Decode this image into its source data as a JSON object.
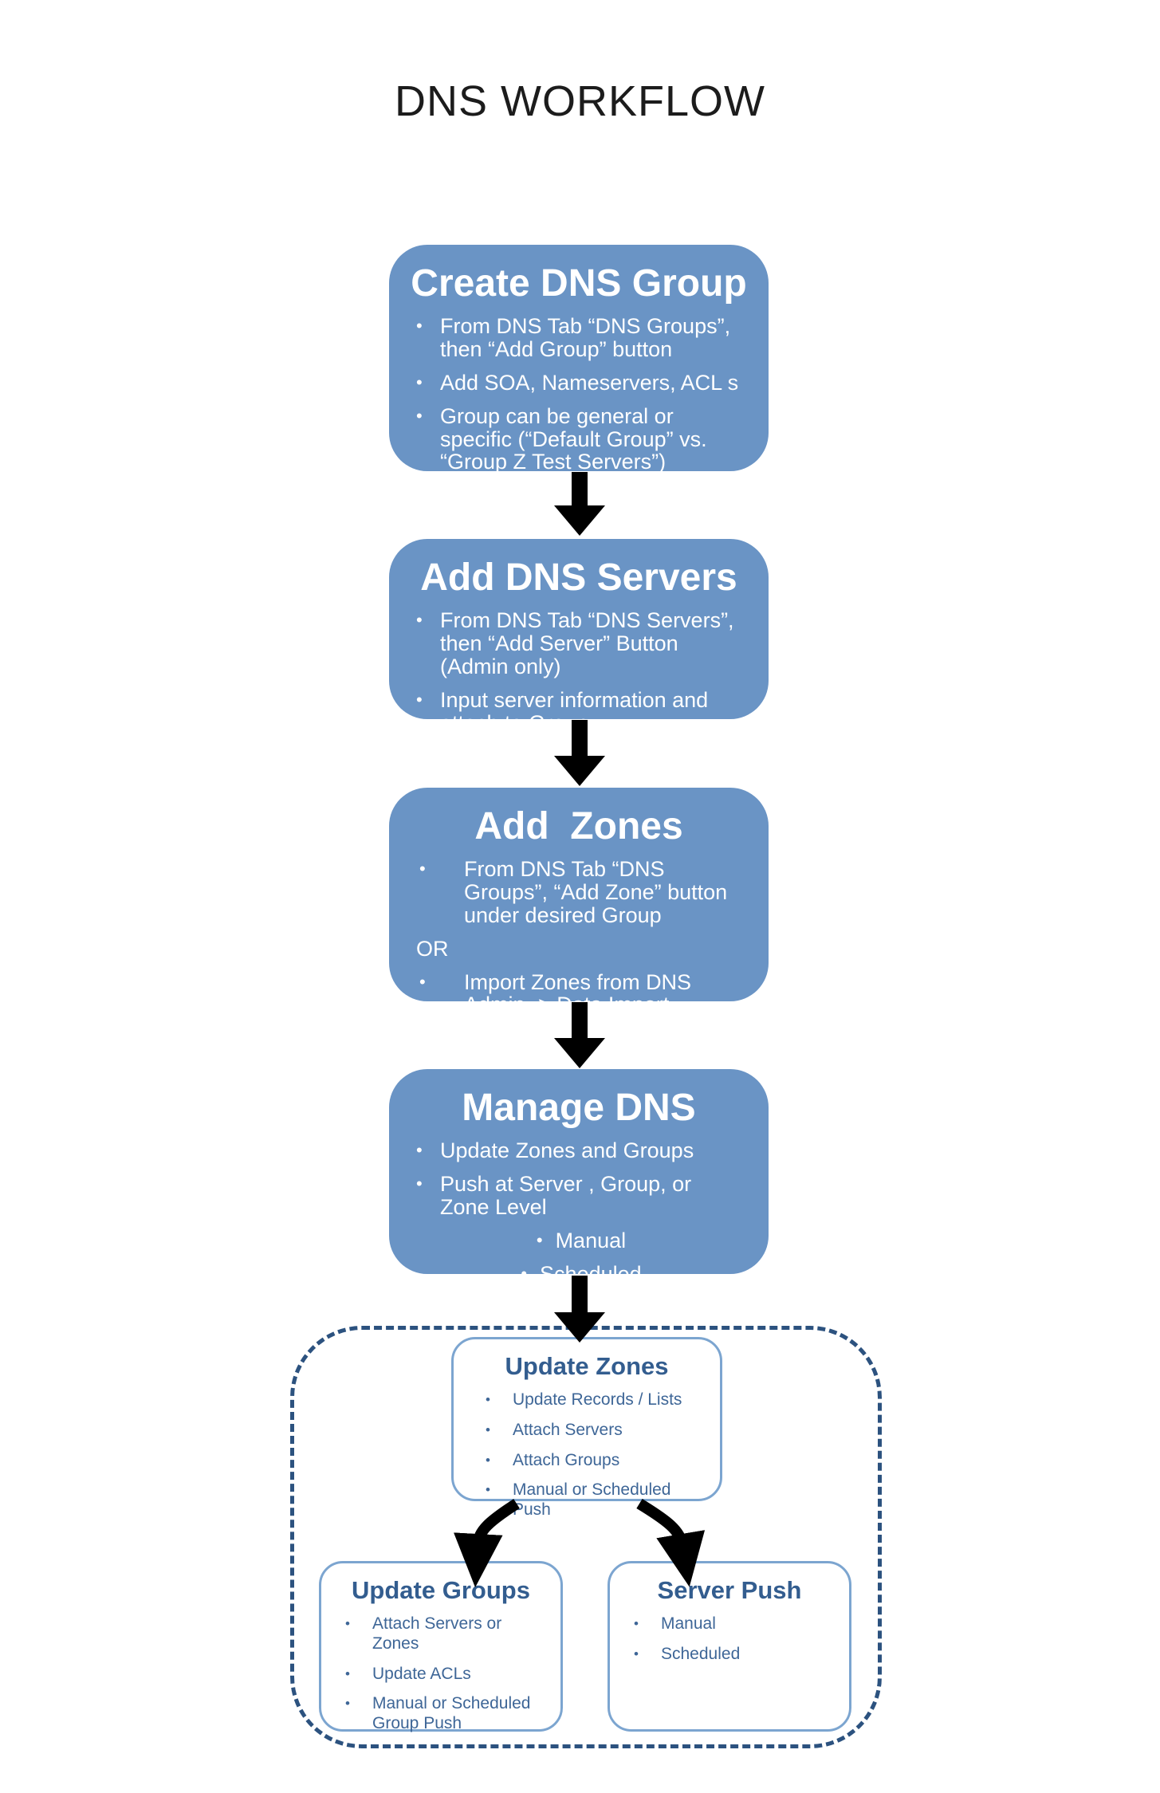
{
  "page_title": "DNS WORKFLOW",
  "colors": {
    "background": "#FFFFFF",
    "title_text": "#1C1C1C",
    "flow_box_fill": "#6A94C5",
    "flow_box_text": "#FFFFFF",
    "arrow": "#000000",
    "dashed_border": "#2C527F",
    "detail_box_border": "#7CA5D0",
    "detail_box_heading": "#335D8F",
    "detail_box_text": "#3E6697"
  },
  "flow_boxes": [
    {
      "id": "create-dns-group",
      "title": "Create DNS Group",
      "bullets": [
        {
          "text": "From DNS Tab “DNS Groups”, then “Add Group” button"
        },
        {
          "text": "Add SOA, Nameservers, ACL s"
        },
        {
          "text": "Group can be general or specific (“Default Group” vs. “Group Z Test Servers”)"
        }
      ]
    },
    {
      "id": "add-dns-servers",
      "title": "Add DNS Servers",
      "bullets": [
        {
          "text": "From DNS Tab “DNS Servers”, then “Add Server” Button (Admin only)"
        },
        {
          "text": "Input server information and attach to Group"
        }
      ]
    },
    {
      "id": "add-zones",
      "title": "Add  Zones",
      "bullets": [
        {
          "text": "From DNS Tab “DNS Groups”, “Add Zone” button under desired Group"
        },
        {
          "text": "OR",
          "style": "no-bullet"
        },
        {
          "text": "Import Zones from DNS Admin -> Data Import"
        }
      ]
    },
    {
      "id": "manage-dns",
      "title": "Manage DNS",
      "bullets": [
        {
          "text": "Update Zones and Groups"
        },
        {
          "text": "Push at Server , Group, or Zone Level"
        },
        {
          "text": "Manual",
          "style": "sub"
        },
        {
          "text": "Scheduled",
          "style": "sub"
        }
      ]
    }
  ],
  "detail_boxes": [
    {
      "id": "update-zones",
      "title": "Update Zones",
      "bullets": [
        {
          "text": "Update Records / Lists"
        },
        {
          "text": "Attach Servers"
        },
        {
          "text": "Attach Groups"
        },
        {
          "text": "Manual or Scheduled Push"
        }
      ]
    },
    {
      "id": "update-groups",
      "title": "Update Groups",
      "bullets": [
        {
          "text": "Attach Servers or Zones"
        },
        {
          "text": "Update ACLs"
        },
        {
          "text": "Manual or Scheduled Group Push"
        }
      ]
    },
    {
      "id": "server-push",
      "title": "Server Push",
      "bullets": [
        {
          "text": "Manual"
        },
        {
          "text": "Scheduled"
        }
      ]
    }
  ]
}
